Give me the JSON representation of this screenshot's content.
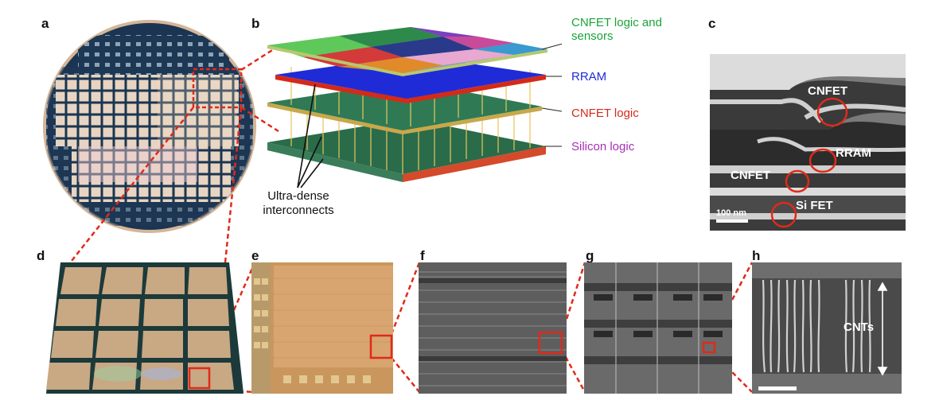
{
  "panels": {
    "a": "a",
    "b": "b",
    "c": "c",
    "d": "d",
    "e": "e",
    "f": "f",
    "g": "g",
    "h": "h"
  },
  "stack_labels": {
    "top": "CNFET logic and sensors",
    "rram": "RRAM",
    "cnfet": "CNFET logic",
    "silicon": "Silicon logic",
    "interconnect_line1": "Ultra-dense",
    "interconnect_line2": "interconnects"
  },
  "tem_labels": {
    "cnfet_top": "CNFET",
    "rram": "RRAM",
    "cnfet_lower": "CNFET",
    "si_fet": "Si FET",
    "scale_bar": "100 nm"
  },
  "cnt_label": "CNTs",
  "colors": {
    "top_label": "#1aa33a",
    "rram": "#1f2bd6",
    "cnfet": "#d42a1a",
    "silicon": "#a62fb5",
    "callout_red": "#e02a1a"
  }
}
